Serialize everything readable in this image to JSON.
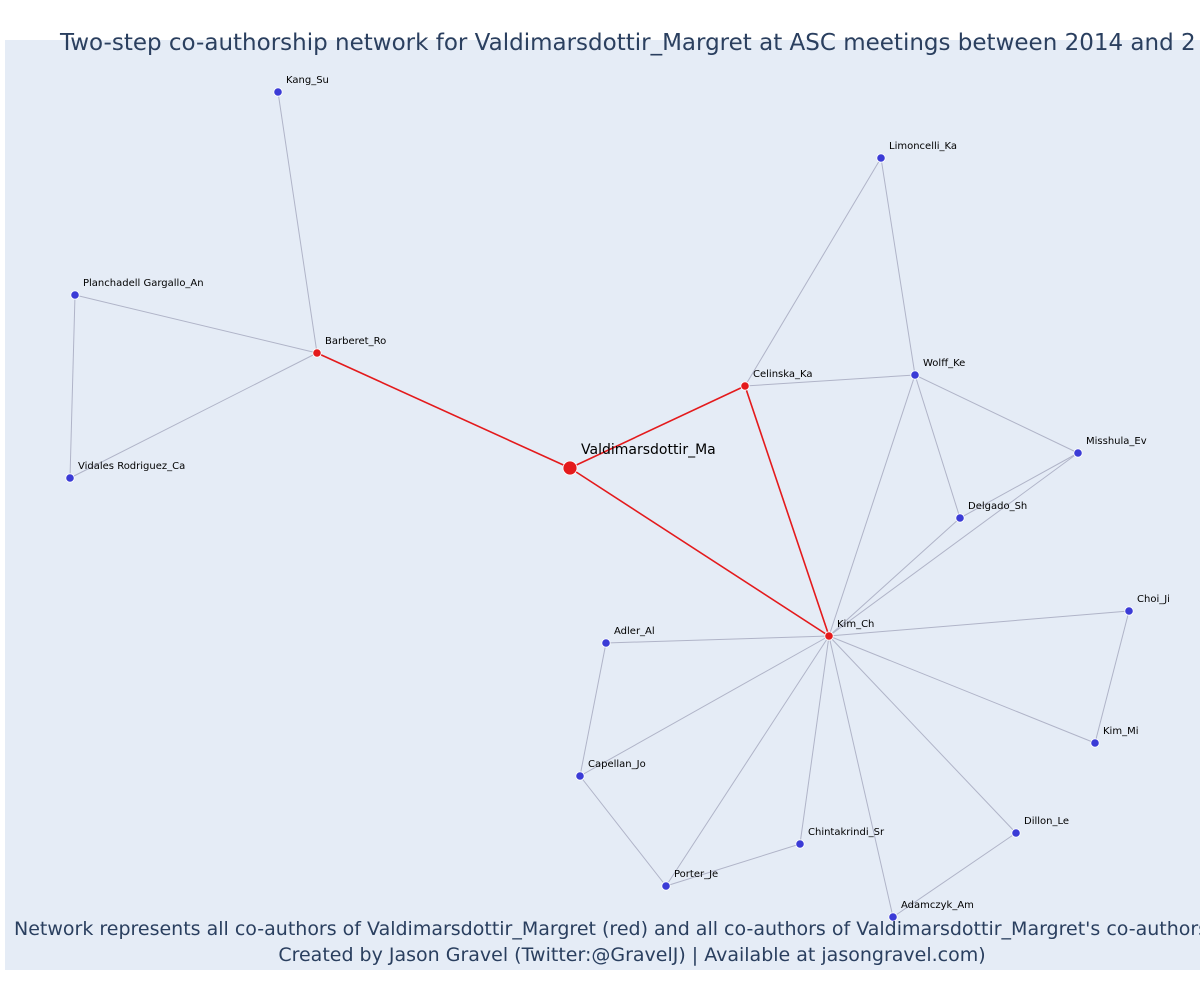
{
  "title": "Two-step co-authorship network for Valdimarsdottir_Margret at ASC meetings between 2014 and 2",
  "caption_line1": "Network represents all co-authors of Valdimarsdottir_Margret (red) and all co-authors of Valdimarsdottir_Margret's co-authors (",
  "caption_line2": "Created by Jason Gravel (Twitter:@GravelJ) | Available at jasongravel.com)",
  "colors": {
    "direct": "#e41a1c",
    "indirect": "#3b3bd6",
    "edge_direct": "#e41a1c",
    "edge_indirect": "#b0b4c8",
    "background": "#e5ecf6"
  },
  "nodes": [
    {
      "id": "Valdimarsdottir_Ma",
      "label": "Valdimarsdottir_Ma",
      "group": "center"
    },
    {
      "id": "Barberet_Ro",
      "label": "Barberet_Ro",
      "group": "direct"
    },
    {
      "id": "Celinska_Ka",
      "label": "Celinska_Ka",
      "group": "direct"
    },
    {
      "id": "Kim_Ch",
      "label": "Kim_Ch",
      "group": "direct"
    },
    {
      "id": "Kang_Su",
      "label": "Kang_Su",
      "group": "indirect"
    },
    {
      "id": "Planchadell Gargallo_An",
      "label": "Planchadell Gargallo_An",
      "group": "indirect"
    },
    {
      "id": "Vidales Rodriguez_Ca",
      "label": "Vidales Rodriguez_Ca",
      "group": "indirect"
    },
    {
      "id": "Limoncelli_Ka",
      "label": "Limoncelli_Ka",
      "group": "indirect"
    },
    {
      "id": "Wolff_Ke",
      "label": "Wolff_Ke",
      "group": "indirect"
    },
    {
      "id": "Misshula_Ev",
      "label": "Misshula_Ev",
      "group": "indirect"
    },
    {
      "id": "Delgado_Sh",
      "label": "Delgado_Sh",
      "group": "indirect"
    },
    {
      "id": "Choi_Ji",
      "label": "Choi_Ji",
      "group": "indirect"
    },
    {
      "id": "Kim_Mi",
      "label": "Kim_Mi",
      "group": "indirect"
    },
    {
      "id": "Adler_Al",
      "label": "Adler_Al",
      "group": "indirect"
    },
    {
      "id": "Capellan_Jo",
      "label": "Capellan_Jo",
      "group": "indirect"
    },
    {
      "id": "Porter_Je",
      "label": "Porter_Je",
      "group": "indirect"
    },
    {
      "id": "Chintakrindi_Sr",
      "label": "Chintakrindi_Sr",
      "group": "indirect"
    },
    {
      "id": "Dillon_Le",
      "label": "Dillon_Le",
      "group": "indirect"
    },
    {
      "id": "Adamczyk_Am",
      "label": "Adamczyk_Am",
      "group": "indirect"
    }
  ],
  "edges": [
    [
      "Valdimarsdottir_Ma",
      "Barberet_Ro"
    ],
    [
      "Valdimarsdottir_Ma",
      "Celinska_Ka"
    ],
    [
      "Valdimarsdottir_Ma",
      "Kim_Ch"
    ],
    [
      "Celinska_Ka",
      "Kim_Ch"
    ],
    [
      "Barberet_Ro",
      "Kang_Su"
    ],
    [
      "Barberet_Ro",
      "Planchadell Gargallo_An"
    ],
    [
      "Barberet_Ro",
      "Vidales Rodriguez_Ca"
    ],
    [
      "Planchadell Gargallo_An",
      "Vidales Rodriguez_Ca"
    ],
    [
      "Celinska_Ka",
      "Limoncelli_Ka"
    ],
    [
      "Celinska_Ka",
      "Wolff_Ke"
    ],
    [
      "Limoncelli_Ka",
      "Wolff_Ke"
    ],
    [
      "Wolff_Ke",
      "Misshula_Ev"
    ],
    [
      "Wolff_Ke",
      "Delgado_Sh"
    ],
    [
      "Wolff_Ke",
      "Kim_Ch"
    ],
    [
      "Misshula_Ev",
      "Kim_Ch"
    ],
    [
      "Misshula_Ev",
      "Delgado_Sh"
    ],
    [
      "Delgado_Sh",
      "Kim_Ch"
    ],
    [
      "Kim_Ch",
      "Choi_Ji"
    ],
    [
      "Kim_Ch",
      "Kim_Mi"
    ],
    [
      "Choi_Ji",
      "Kim_Mi"
    ],
    [
      "Kim_Ch",
      "Adler_Al"
    ],
    [
      "Kim_Ch",
      "Capellan_Jo"
    ],
    [
      "Kim_Ch",
      "Porter_Je"
    ],
    [
      "Kim_Ch",
      "Chintakrindi_Sr"
    ],
    [
      "Kim_Ch",
      "Adamczyk_Am"
    ],
    [
      "Kim_Ch",
      "Dillon_Le"
    ],
    [
      "Adler_Al",
      "Capellan_Jo"
    ],
    [
      "Capellan_Jo",
      "Porter_Je"
    ],
    [
      "Porter_Je",
      "Chintakrindi_Sr"
    ],
    [
      "Dillon_Le",
      "Adamczyk_Am"
    ]
  ]
}
